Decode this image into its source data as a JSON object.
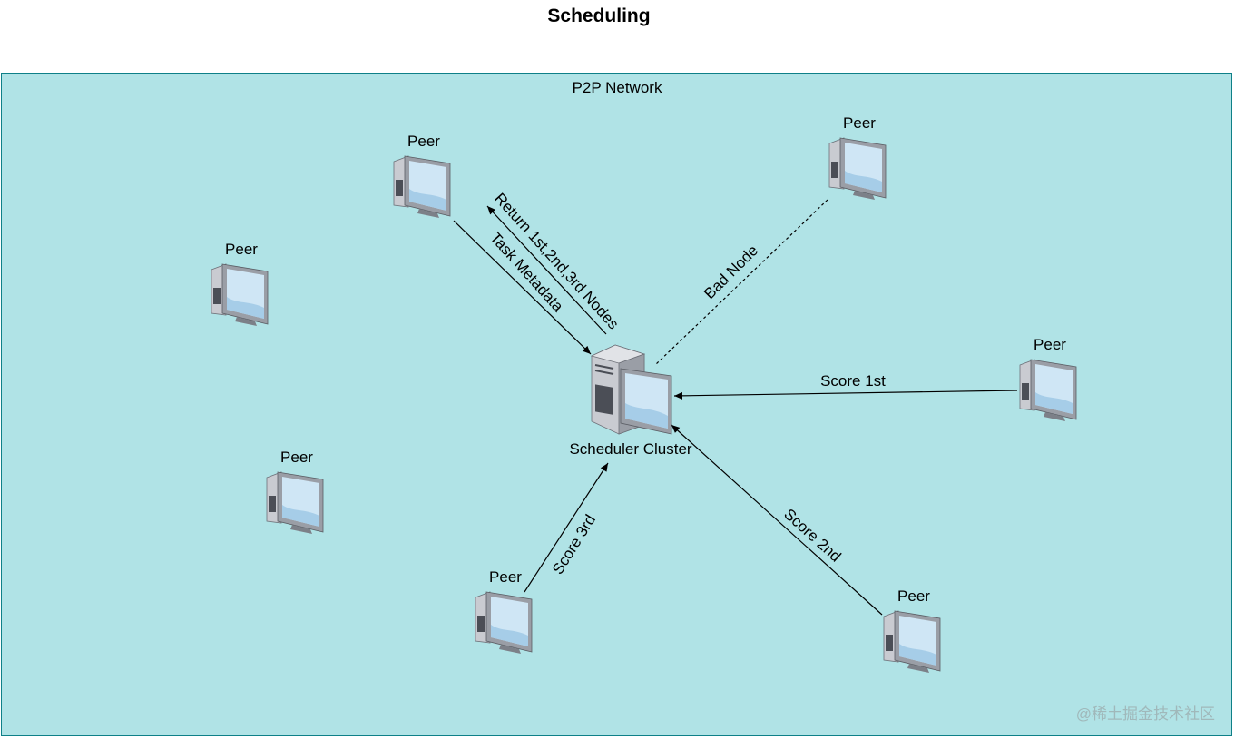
{
  "title": "Scheduling",
  "network_label": "P2P Network",
  "peer_label": "Peer",
  "scheduler_label": "Scheduler Cluster",
  "edges": {
    "return_nodes": "Return 1st,2nd,3rd Nodes",
    "task_metadata": "Task Metadata",
    "bad_node": "Bad Node",
    "score_1st": "Score 1st",
    "score_2nd": "Score 2nd",
    "score_3rd": "Score 3rd"
  },
  "watermark": "@稀土掘金技术社区",
  "colors": {
    "network_fill": "#b0e3e6",
    "network_border": "#0e8088",
    "screen": "#cfe6f5",
    "case": "#c9cbd1"
  },
  "icons": {
    "peer": "desktop-computer-icon",
    "scheduler": "server-computer-icon"
  }
}
